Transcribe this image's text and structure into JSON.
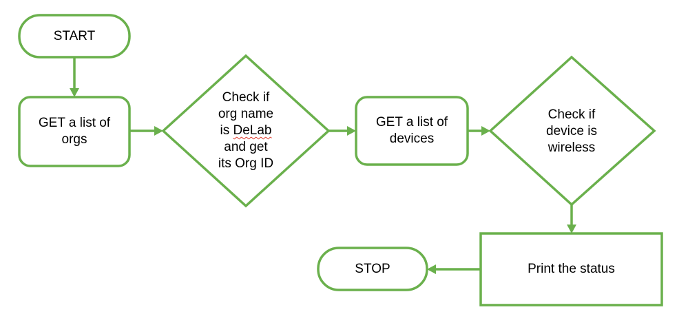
{
  "theme": {
    "stroke_color": "#6ab04c",
    "text_color": "#000000",
    "spellcheck_color": "#e0392b"
  },
  "nodes": {
    "start": {
      "shape": "rounded-pill",
      "lines": [
        "START"
      ]
    },
    "get_orgs": {
      "shape": "rounded-rect",
      "lines": [
        "GET a list of",
        "orgs"
      ]
    },
    "check_org": {
      "shape": "diamond",
      "lines": [
        "Check if",
        "org name",
        "is ",
        "DeLab",
        "and get",
        "its Org ID"
      ]
    },
    "get_devices": {
      "shape": "rounded-rect",
      "lines": [
        "GET a list of",
        "devices"
      ]
    },
    "check_device": {
      "shape": "diamond",
      "lines": [
        "Check if",
        "device is",
        "wireless"
      ]
    },
    "print_status": {
      "shape": "rect",
      "lines": [
        "Print the status"
      ]
    },
    "stop": {
      "shape": "rounded-pill",
      "lines": [
        "STOP"
      ]
    }
  },
  "connectors": [
    {
      "from": "start",
      "to": "get_orgs"
    },
    {
      "from": "get_orgs",
      "to": "check_org"
    },
    {
      "from": "check_org",
      "to": "get_devices"
    },
    {
      "from": "get_devices",
      "to": "check_device"
    },
    {
      "from": "check_device",
      "to": "print_status"
    },
    {
      "from": "print_status",
      "to": "stop"
    }
  ]
}
